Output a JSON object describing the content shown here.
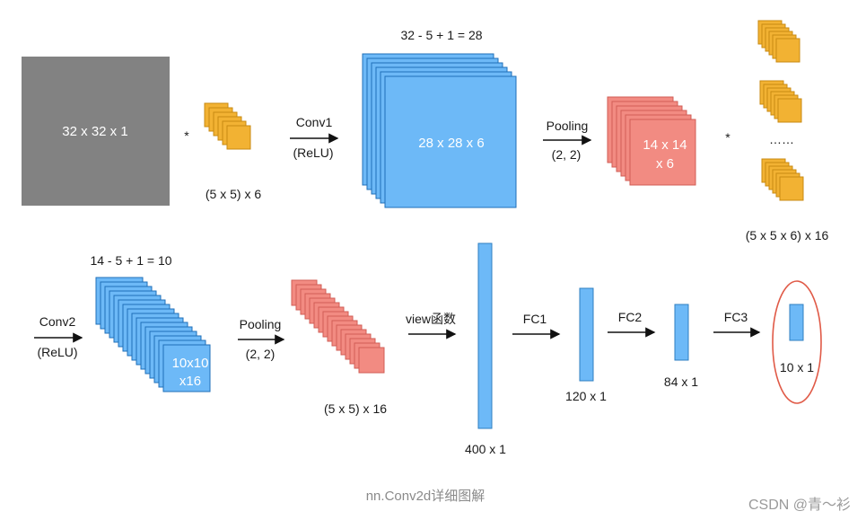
{
  "colors": {
    "input": "#828282",
    "conv_blue": "#6db9f7",
    "pool_salmon": "#f28b82",
    "kernel_yellow": "#f2b233",
    "ellipse": "#e05a47"
  },
  "row1": {
    "input_label": "32 x 32 x 1",
    "op1": "*",
    "kernel1_label": "(5 x 5) x 6",
    "conv1_name": "Conv1",
    "conv1_act": "(ReLU)",
    "conv1_calc": "32 - 5 + 1 = 28",
    "conv1_output_label": "28 x 28 x 6",
    "pool1_name": "Pooling",
    "pool1_size": "(2, 2)",
    "pool1_output_line1": "14 x 14",
    "pool1_output_line2": "x 6",
    "op2": "*",
    "dots": "……",
    "kernel2_label": "(5 x 5 x 6) x 16"
  },
  "row2": {
    "conv2_name": "Conv2",
    "conv2_act": "(ReLU)",
    "conv2_calc": "14 - 5 + 1 = 10",
    "conv2_output_line1": "10x10",
    "conv2_output_line2": "x16",
    "pool2_name": "Pooling",
    "pool2_size": "(2, 2)",
    "pool2_output_label": "(5 x 5) x 16",
    "view_label": "view函数",
    "flat_label": "400 x 1",
    "fc1_name": "FC1",
    "fc1_label": "120 x 1",
    "fc2_name": "FC2",
    "fc2_label": "84 x 1",
    "fc3_name": "FC3",
    "fc3_label": "10 x 1"
  },
  "caption": "nn.Conv2d详细图解",
  "watermark": "CSDN @青～衫"
}
